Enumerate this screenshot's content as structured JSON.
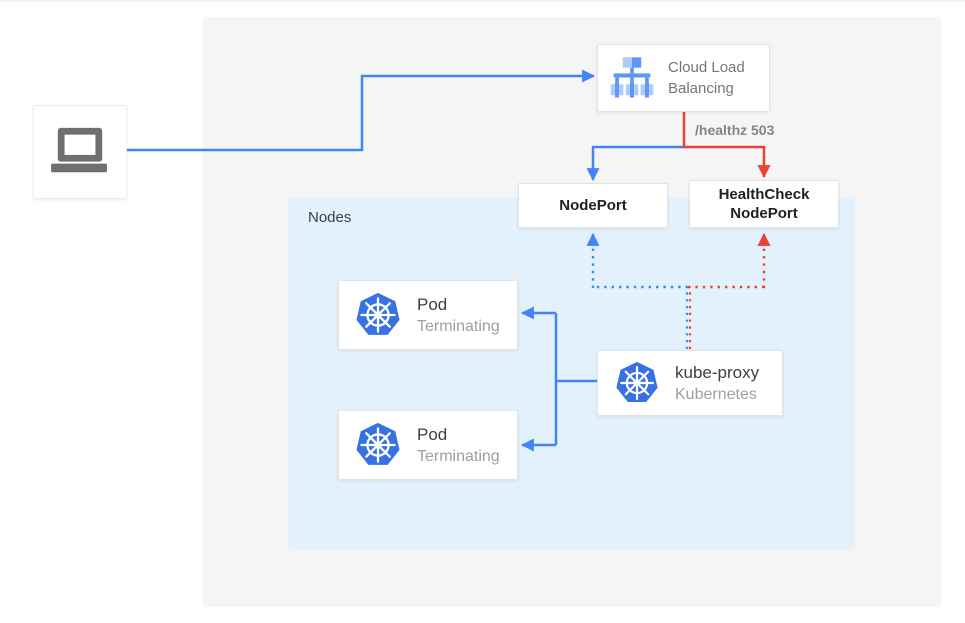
{
  "colors": {
    "blue": "#4285f4",
    "red": "#ea4335",
    "nodes_bg": "#e3f1fc",
    "panel_bg": "#f5f5f5",
    "k8s_blue": "#3871e3",
    "icon_gray": "#6f6f6f"
  },
  "diagram": {
    "client": {
      "icon": "laptop-icon"
    },
    "load_balancer": {
      "label": "Cloud Load Balancing",
      "icon": "cloud-load-balancing-icon"
    },
    "health_label": "/healthz 503",
    "nodeport": {
      "label": "NodePort"
    },
    "healthcheck_nodeport": {
      "label": "HealthCheck NodePort"
    },
    "nodes_container": {
      "label": "Nodes"
    },
    "pods": [
      {
        "title": "Pod",
        "status": "Terminating",
        "icon": "kubernetes-icon"
      },
      {
        "title": "Pod",
        "status": "Terminating",
        "icon": "kubernetes-icon"
      }
    ],
    "kube_proxy": {
      "title": "kube-proxy",
      "subtitle": "Kubernetes",
      "icon": "kubernetes-icon"
    }
  }
}
